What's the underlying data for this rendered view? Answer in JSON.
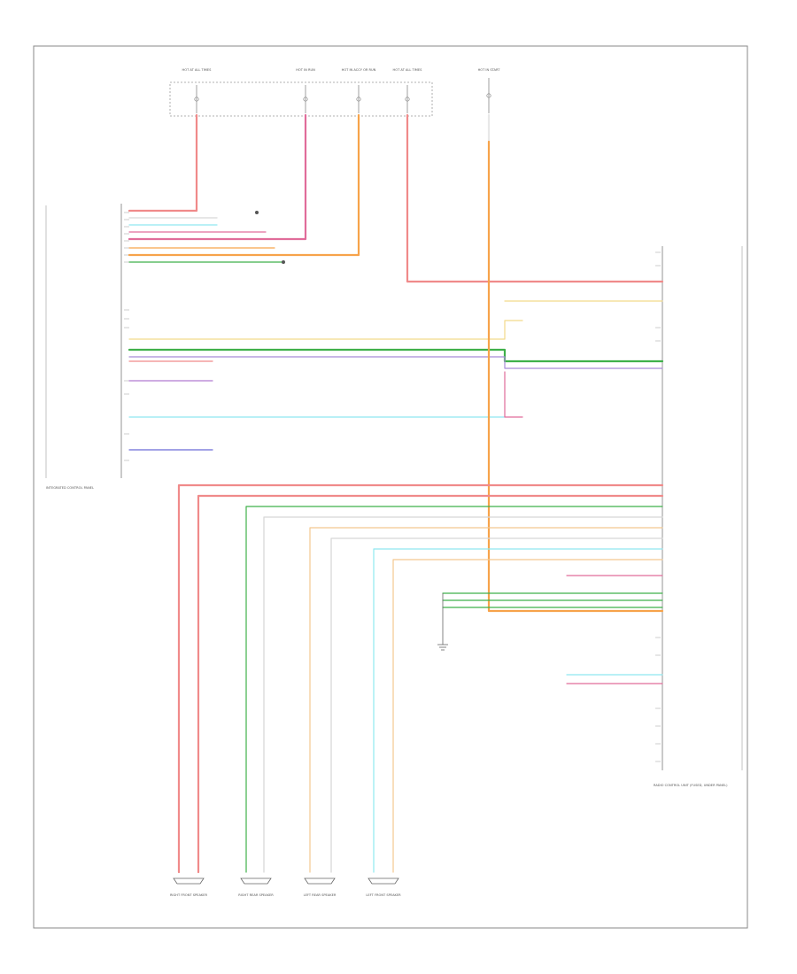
{
  "fuse_panel": {
    "labels": [
      "HOT AT ALL TIMES",
      "HOT IN RUN",
      "HOT IN ACCY OR RUN",
      "HOT AT ALL TIMES",
      "HOT IN START"
    ]
  },
  "left_module": {
    "name": "INTEGRATED CONTROL PANEL"
  },
  "right_module": {
    "name": "RADIO CONTROL UNIT (FUSED, UNDER PANEL)"
  },
  "speakers": [
    {
      "label": "RIGHT FRONT SPEAKER"
    },
    {
      "label": "RIGHT REAR SPEAKER"
    },
    {
      "label": "LEFT REAR SPEAKER"
    },
    {
      "label": "LEFT FRONT SPEAKER"
    }
  ],
  "colors": {
    "red": "#f08a8a",
    "pink": "#e06c9a",
    "orange": "#f7a34a",
    "green": "#3fb04a",
    "yellow": "#f2d98a",
    "cyan": "#8fe8f0",
    "purple": "#a78bd6",
    "blue": "#6a6ad8",
    "tan": "#f3c78f",
    "gray": "#d6d6d6",
    "dkgreen": "#4aaa4a"
  },
  "footer": {
    "code": ""
  }
}
